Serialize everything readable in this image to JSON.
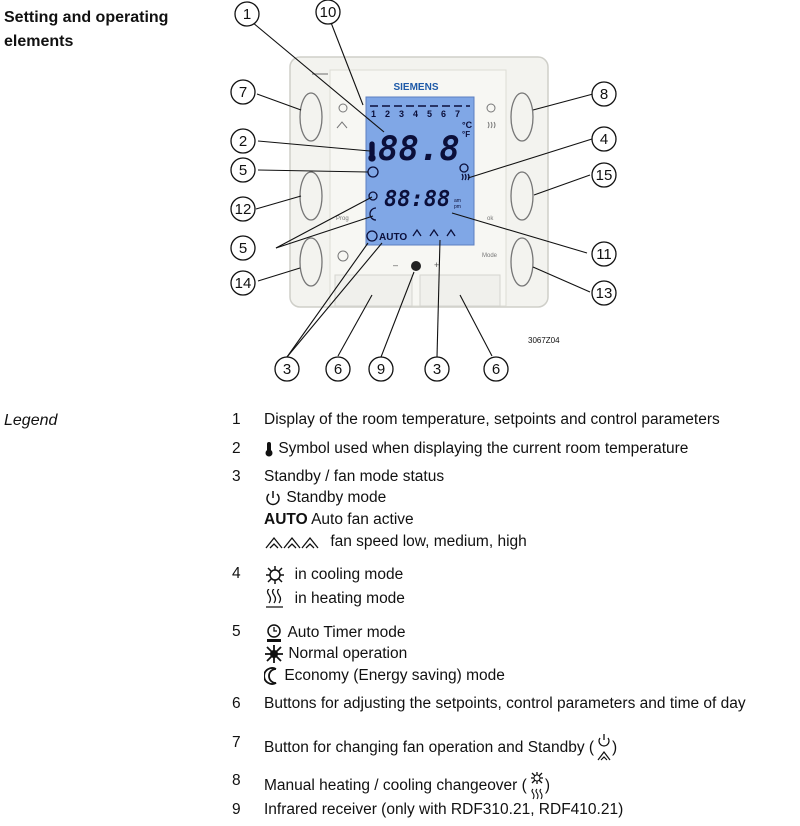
{
  "heading": {
    "line1": "Setting and operating",
    "line2": "elements"
  },
  "device": {
    "brand": "SIEMENS",
    "day_numbers": [
      "1",
      "2",
      "3",
      "4",
      "5",
      "6",
      "7"
    ],
    "main_display": "88.8",
    "unit_c": "°C",
    "unit_f": "°F",
    "time_display": "88:88",
    "am": "am",
    "pm": "pm",
    "auto_label": "AUTO",
    "prog_label": "Prog",
    "ok_label": "ok",
    "mode_label": "Mode",
    "minus": "–",
    "plus": "+",
    "part_code": "3067Z04"
  },
  "callouts": [
    "1",
    "10",
    "7",
    "8",
    "2",
    "4",
    "5",
    "15",
    "12",
    "5",
    "11",
    "14",
    "13",
    "3",
    "6",
    "9",
    "3",
    "6"
  ],
  "legend": {
    "title": "Legend",
    "items": [
      {
        "num": "1",
        "text": "Display of the room temperature, setpoints and control parameters"
      },
      {
        "num": "2",
        "text": "Symbol used when displaying the current room temperature"
      },
      {
        "num": "3",
        "text": "Standby / fan mode status",
        "sub": [
          "Standby mode",
          "Auto fan active",
          "fan speed low, medium, high"
        ],
        "auto_word": "AUTO"
      },
      {
        "num": "4",
        "sub": [
          "in cooling mode",
          "in heating mode"
        ]
      },
      {
        "num": "5",
        "sub": [
          "Auto Timer mode",
          "Normal operation",
          "Economy (Energy saving) mode"
        ]
      },
      {
        "num": "6",
        "text": "Buttons for adjusting the setpoints, control parameters and time of day"
      },
      {
        "num": "7",
        "text": "Button for changing fan operation and Standby (",
        "close": ")"
      },
      {
        "num": "8",
        "text": "Manual heating / cooling changeover (",
        "close": ")"
      },
      {
        "num": "9",
        "text": "Infrared receiver (only with RDF310.21, RDF410.21)"
      }
    ]
  },
  "colors": {
    "lcd": "#7fa8e8",
    "lcd_text": "#0b0f3a",
    "device_body": "#f2f2ee",
    "brand": "#1e5aa8"
  }
}
